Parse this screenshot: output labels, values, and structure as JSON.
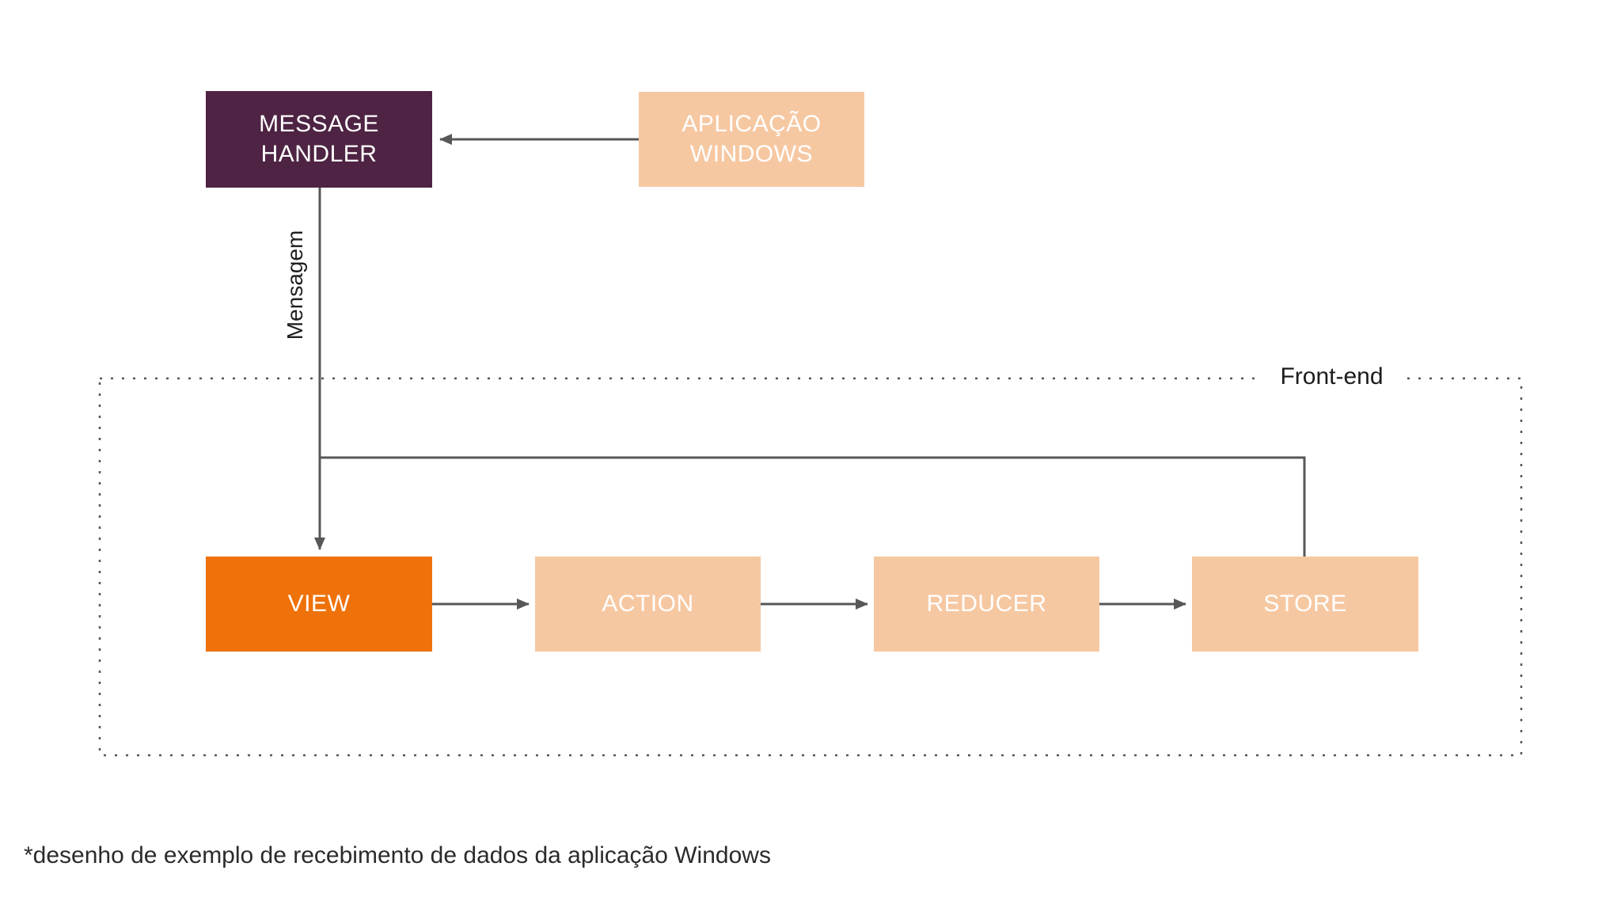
{
  "nodes": {
    "message_handler": {
      "label": "MESSAGE\nHANDLER"
    },
    "aplicacao_windows": {
      "label": "APLICAÇÃO\nWINDOWS"
    },
    "view": {
      "label": "VIEW"
    },
    "action": {
      "label": "ACTION"
    },
    "reducer": {
      "label": "REDUCER"
    },
    "store": {
      "label": "STORE"
    }
  },
  "labels": {
    "message_arrow": "Mensagem",
    "frame": "Front-end",
    "footnote": "*desenho de exemplo de recebimento de dados da aplicação Windows"
  },
  "colors": {
    "node_dark": "#4E2343",
    "node_peach": "#F6C8A2",
    "node_orange": "#EF7109",
    "connector": "#575757",
    "dotted_border": "#555555",
    "node_text": "#FFFFFF",
    "text": "#212121"
  }
}
